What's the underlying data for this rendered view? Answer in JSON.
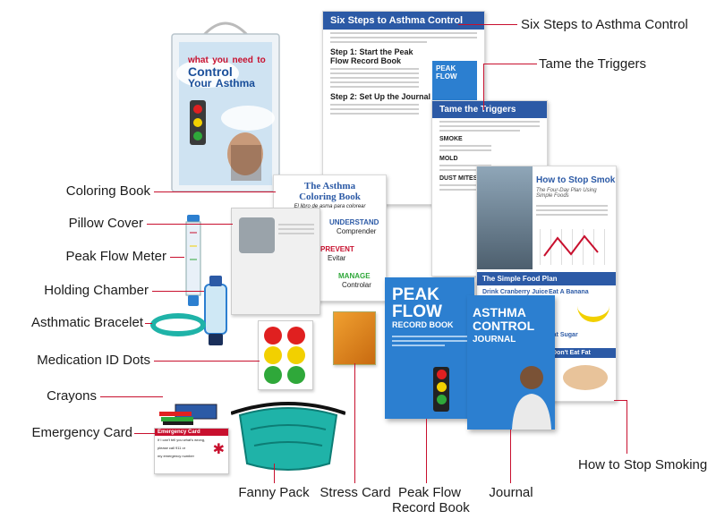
{
  "callouts": {
    "six_steps": "Six Steps to Asthma Control",
    "tame_triggers": "Tame the Triggers",
    "coloring_book": "Coloring Book",
    "pillow_cover": "Pillow Cover",
    "peak_flow_meter": "Peak Flow Meter",
    "holding_chamber": "Holding Chamber",
    "bracelet": "Asthmatic Bracelet",
    "id_dots": "Medication ID Dots",
    "crayons": "Crayons",
    "emergency_card": "Emergency Card",
    "fanny_pack": "Fanny Pack",
    "stress_card": "Stress Card",
    "peak_flow_book_l1": "Peak Flow",
    "peak_flow_book_l2": "Record Book",
    "journal": "Journal",
    "stop_smoking": "How to Stop Smoking"
  },
  "bag": {
    "title_words": [
      "what",
      "you",
      "need",
      "to",
      "Control",
      "Your",
      "Asthma"
    ]
  },
  "six_steps_page": {
    "header": "Six Steps to Asthma Control",
    "step1": "Step 1: Start the Peak Flow Record Book",
    "step2": "Step 2: Set Up the Journal",
    "side_title": "PEAK FLOW"
  },
  "triggers_page": {
    "header": "Tame the Triggers",
    "items": [
      "SMOKE",
      "MOLD",
      "DUST MITES"
    ]
  },
  "smoking_page": {
    "title": "How to Stop Smoking",
    "subtitle": "The Four-Day Plan Using Simple Foods",
    "food_plan": "The Simple Food Plan",
    "drink": "Drink Cranberry Juice",
    "banana": "Eat A Banana",
    "sugar": "Eat Sugar",
    "no_fat": "Don't Eat Fat"
  },
  "coloring_book_cover": {
    "title_l1": "The Asthma",
    "title_l2": "Coloring Book",
    "subtitle": "El libro de asma para colorear",
    "understand": "UNDERSTAND",
    "understand_es": "Comprender",
    "prevent": "PREVENT",
    "prevent_es": "Evitar",
    "manage": "MANAGE",
    "manage_es": "Controlar"
  },
  "record_book_cover": {
    "title_l1": "PEAK",
    "title_l2": "FLOW",
    "title_l3": "RECORD BOOK"
  },
  "journal_cover": {
    "title_l1": "ASTHMA",
    "title_l2": "CONTROL",
    "title_l3": "JOURNAL"
  },
  "emergency_card_item": {
    "title": "Emergency Card",
    "line1": "If I can't tell you what's wrong,",
    "line2": "please call 911 or",
    "line3": "my emergency number"
  },
  "colors": {
    "accent_line": "#c8102e",
    "brand_blue": "#2c5aa6",
    "teal": "#1fb3a8",
    "dot_red": "#e02020",
    "dot_yellow": "#f2d000",
    "dot_green": "#2fa83a"
  }
}
